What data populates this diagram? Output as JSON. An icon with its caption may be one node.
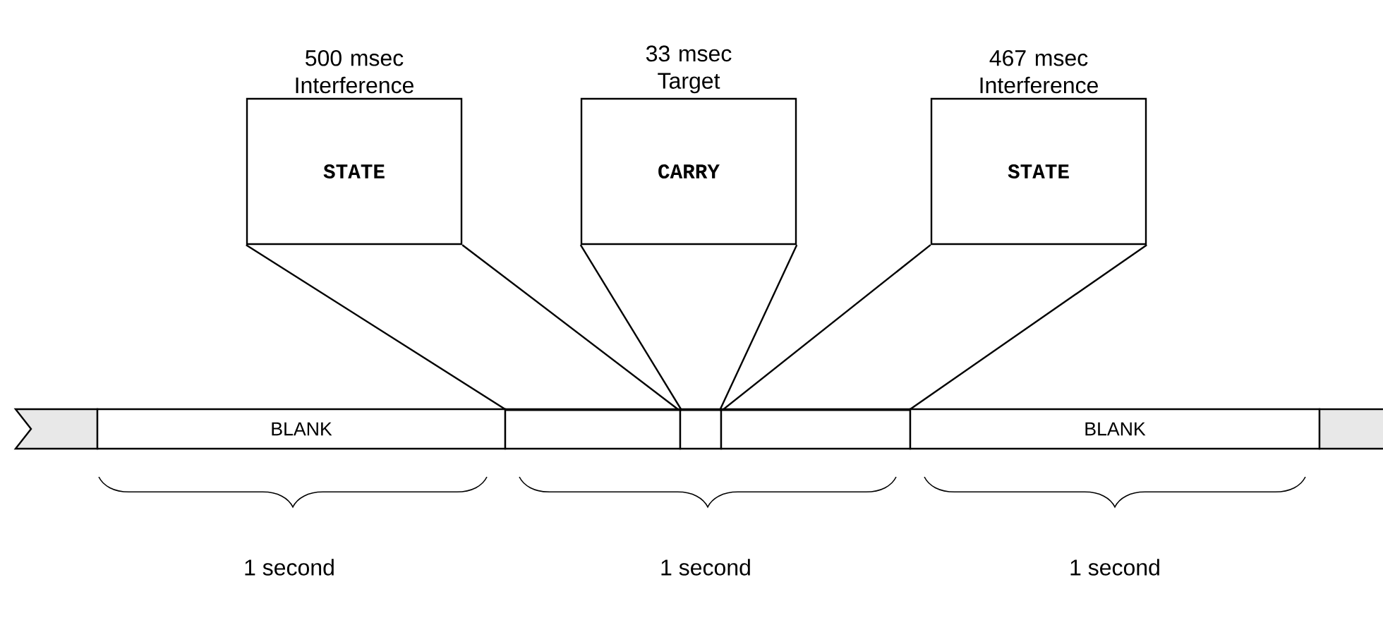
{
  "diagram": {
    "nodes": [
      {
        "text": [
          "500 msec Interference",
          "STATE"
        ]
      },
      {
        "text": [
          "33 msec Target",
          "CARRY"
        ]
      },
      {
        "text": [
          "467 msec Interference",
          "STATE"
        ]
      },
      {
        "text": [],
        "shape": "bar"
      },
      {
        "text": [
          "BLANK"
        ]
      },
      {
        "text": [],
        "shape": "box"
      },
      {
        "text": [],
        "shape": "box"
      },
      {
        "text": [],
        "shape": "box"
      },
      {
        "text": [
          "BLANK"
        ]
      },
      {
        "text": [],
        "shape": "bar"
      }
    ],
    "edges": [
      {
        "from": 0,
        "to": 5,
        "arrow": "none"
      },
      {
        "from": 1,
        "to": 6,
        "arrow": "none"
      },
      {
        "from": 2,
        "to": 7,
        "arrow": "none"
      }
    ],
    "labels": [
      "1 second",
      "1 second",
      "1 second"
    ]
  }
}
